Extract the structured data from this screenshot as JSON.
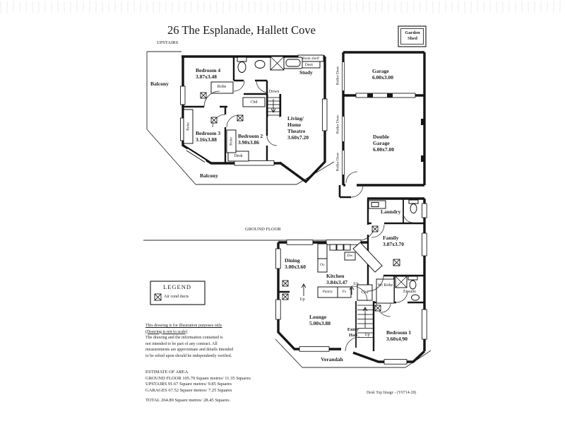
{
  "title": "26 The Esplanade, Hallett Cove",
  "header": {
    "upstairs": "UPSTAIRS",
    "ground": "GROUND FLOOR",
    "garden_shed": "Garden Shed"
  },
  "upstairs": {
    "balcony": "Balcony",
    "bedroom4_name": "Bedroom 4",
    "bedroom4_size": "3.87x3.48",
    "bedroom3_name": "Bedroom 3",
    "bedroom3_size": "3.16x3.88",
    "bedroom2_name": "Bedroom 2",
    "bedroom2_size": "3.90x3.86",
    "living_name": "Living/ Home Theatre",
    "living_size": "3.60x7.20",
    "study": "Study",
    "book_shelf": "Book shelf",
    "desk": "Desk",
    "robe": "Robe",
    "cbd": "Cbd",
    "down": "Down"
  },
  "garage": {
    "garage_name": "Garage",
    "garage_size": "6.00x3.00",
    "double_name": "Double Garage",
    "double_size": "6.00x7.00",
    "roller_door": "Roller Door"
  },
  "ground": {
    "laundry": "Laundry",
    "family_name": "Family",
    "family_size": "3.87x3.70",
    "dining_name": "Dining",
    "dining_size": "3.00x3.60",
    "kitchen_name": "Kitchen",
    "kitchen_size": "3.84x3.47",
    "ov": "Ov",
    "dw": "Dw",
    "pantry": "Pantry",
    "fs": "Fs",
    "up": "Up",
    "cbd": "Cbd",
    "wi_robe": "Wi Robe",
    "ensuite": "Ensuite",
    "lounge_name": "Lounge",
    "lounge_size": "5.00x3.88",
    "entry_hall": "Entry Hall",
    "bedroom1_name": "Bedroom 1",
    "bedroom1_size": "3.60x4.90",
    "verandah": "Verandah"
  },
  "legend": {
    "title": "LEGEND",
    "air_duct": "Air cond ducts"
  },
  "disclaimer": [
    "This drawing is for illustration purposes only",
    "(Drawing is not to scale)",
    "The drawing and the information contained is",
    "not intended to be part of any contract.  All",
    "measurements are approximate and details intended",
    "to be relied upon should be independently verified."
  ],
  "estimate": {
    "heading": "ESTIMATE OF AREA",
    "lines": [
      "GROUND FLOOR 105.70 Square metres/  11.35 Squares",
      "UPSTAIRS 91.67 Square metres/  9.85 Squares",
      "GARAGES 67.52 Square metres/  7.25 Squares"
    ],
    "total": "TOTAL  264.89 Square metres/  28.45 Squares"
  },
  "footer": "Desk Top Image - (Y0714-28)"
}
